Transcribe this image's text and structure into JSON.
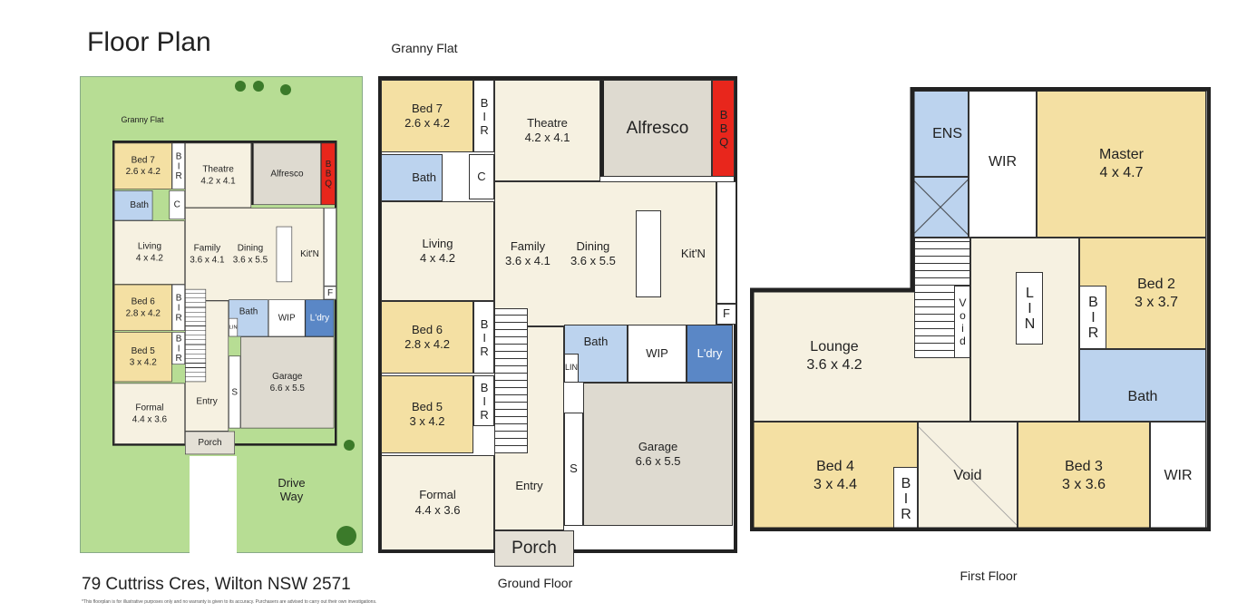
{
  "title": "Floor Plan",
  "address": "79 Cuttriss Cres, Wilton NSW 2571",
  "disclaimer": "*This floorplan is for illustrative purposes only and no warranty is given to its accuracy. Purchasers are advised to carry out their own investigations.",
  "site": {
    "granny_flat": "Granny Flat",
    "driveway": "Drive Way"
  },
  "ground_floor": {
    "caption": "Ground Floor",
    "granny_flat": "Granny Flat",
    "bed7": {
      "name": "Bed 7",
      "size": "2.6 x 4.2"
    },
    "bir": "BIR",
    "theatre": {
      "name": "Theatre",
      "size": "4.2 x 4.1"
    },
    "alfresco": "Alfresco",
    "bbq": "BBQ",
    "bath": "Bath",
    "cupboard": "C",
    "living": {
      "name": "Living",
      "size": "4 x 4.2"
    },
    "family": {
      "name": "Family",
      "size": "3.6 x 4.1"
    },
    "dining": {
      "name": "Dining",
      "size": "3.6 x 5.5"
    },
    "kitchen": "Kit'N",
    "fridge": "F",
    "bed6": {
      "name": "Bed 6",
      "size": "2.8 x 4.2"
    },
    "bed5": {
      "name": "Bed 5",
      "size": "3 x 4.2"
    },
    "lin": "LIN",
    "wip": "WIP",
    "laundry": "L'dry",
    "garage": {
      "name": "Garage",
      "size": "6.6 x 5.5"
    },
    "storage": "S",
    "formal": {
      "name": "Formal",
      "size": "4.4 x 3.6"
    },
    "entry": "Entry",
    "porch": "Porch"
  },
  "first_floor": {
    "caption": "First Floor",
    "ens": "ENS",
    "wir": "WIR",
    "master": {
      "name": "Master",
      "size": "4 x 4.7"
    },
    "void": "Void",
    "lin": "LIN",
    "lounge": {
      "name": "Lounge",
      "size": "3.6 x 4.2"
    },
    "bed2": {
      "name": "Bed 2",
      "size": "3 x 3.7"
    },
    "bir": "BIR",
    "bath": "Bath",
    "bed4": {
      "name": "Bed 4",
      "size": "3 x 4.4"
    },
    "bed3": {
      "name": "Bed 3",
      "size": "3 x 3.6"
    }
  }
}
